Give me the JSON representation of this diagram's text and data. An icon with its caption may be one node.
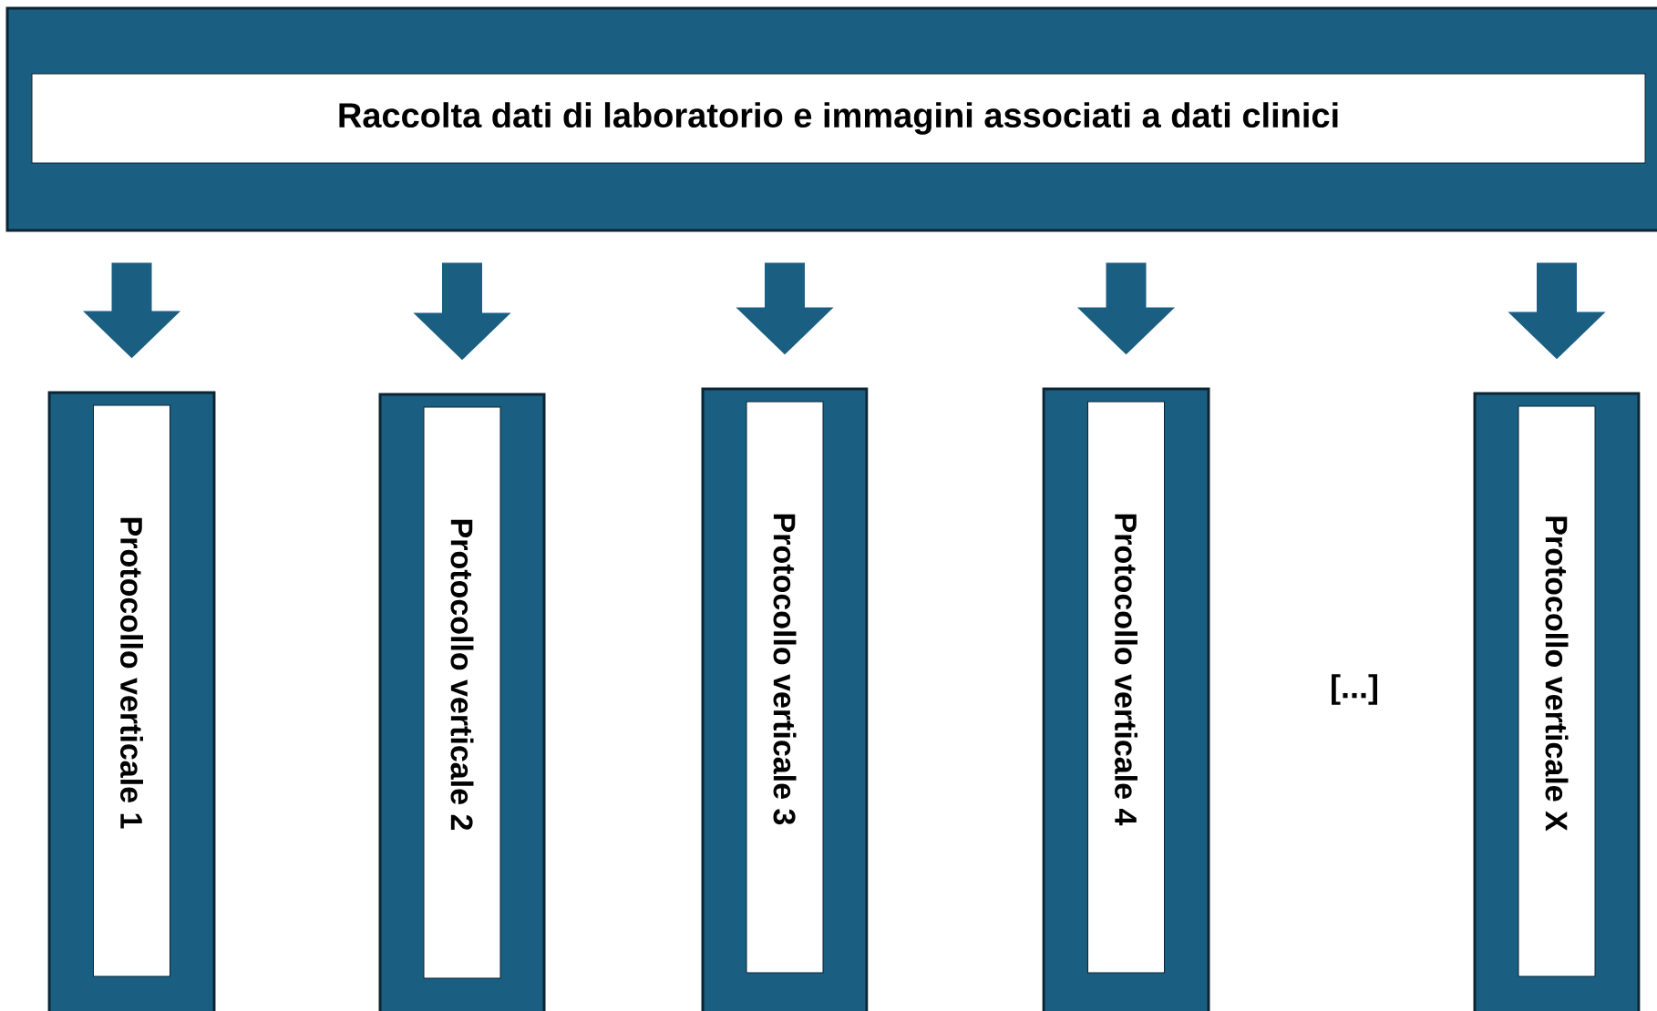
{
  "diagram": {
    "nodes": [
      {
        "text": [
          "Raccolta dati di laboratorio e immagini associati a dati clinici"
        ]
      },
      {
        "text": [
          "Protocollo verticale 1"
        ]
      },
      {
        "text": [
          "Protocollo verticale 2"
        ]
      },
      {
        "text": [
          "Protocollo verticale 3"
        ]
      },
      {
        "text": [
          "Protocollo verticale 4"
        ]
      },
      {
        "text": [
          "Protocollo verticale X"
        ]
      }
    ],
    "edges": [
      {
        "from": 0,
        "to": 1,
        "arrow": "to"
      },
      {
        "from": 0,
        "to": 2,
        "arrow": "to"
      },
      {
        "from": 0,
        "to": 3,
        "arrow": "to"
      },
      {
        "from": 0,
        "to": 4,
        "arrow": "to"
      },
      {
        "from": 0,
        "to": 5,
        "arrow": "to"
      }
    ],
    "labels": [
      "[...]"
    ]
  }
}
